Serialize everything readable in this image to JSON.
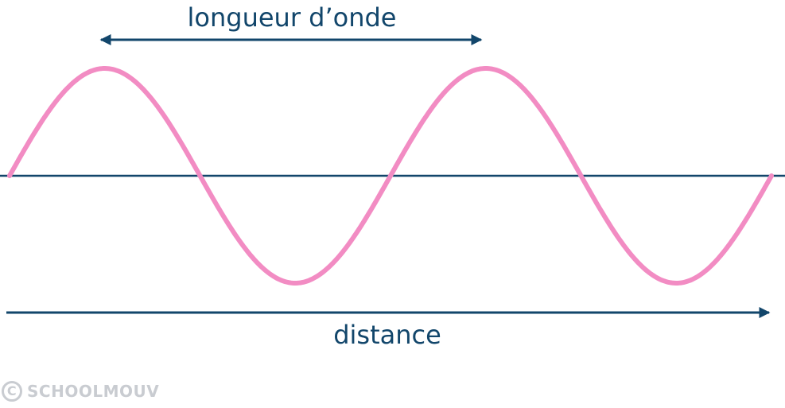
{
  "labels": {
    "wavelength": "longueur d’onde",
    "distance": "distance"
  },
  "watermark": {
    "symbol": "C",
    "brand": "SCHOOLMOUV"
  },
  "colors": {
    "wave": "#f28cc3",
    "axis": "#12466b",
    "watermark": "#c9ccd1"
  },
  "icons": {
    "wavelength_arrow": "double-headed-arrow",
    "distance_arrow": "right-arrow"
  }
}
